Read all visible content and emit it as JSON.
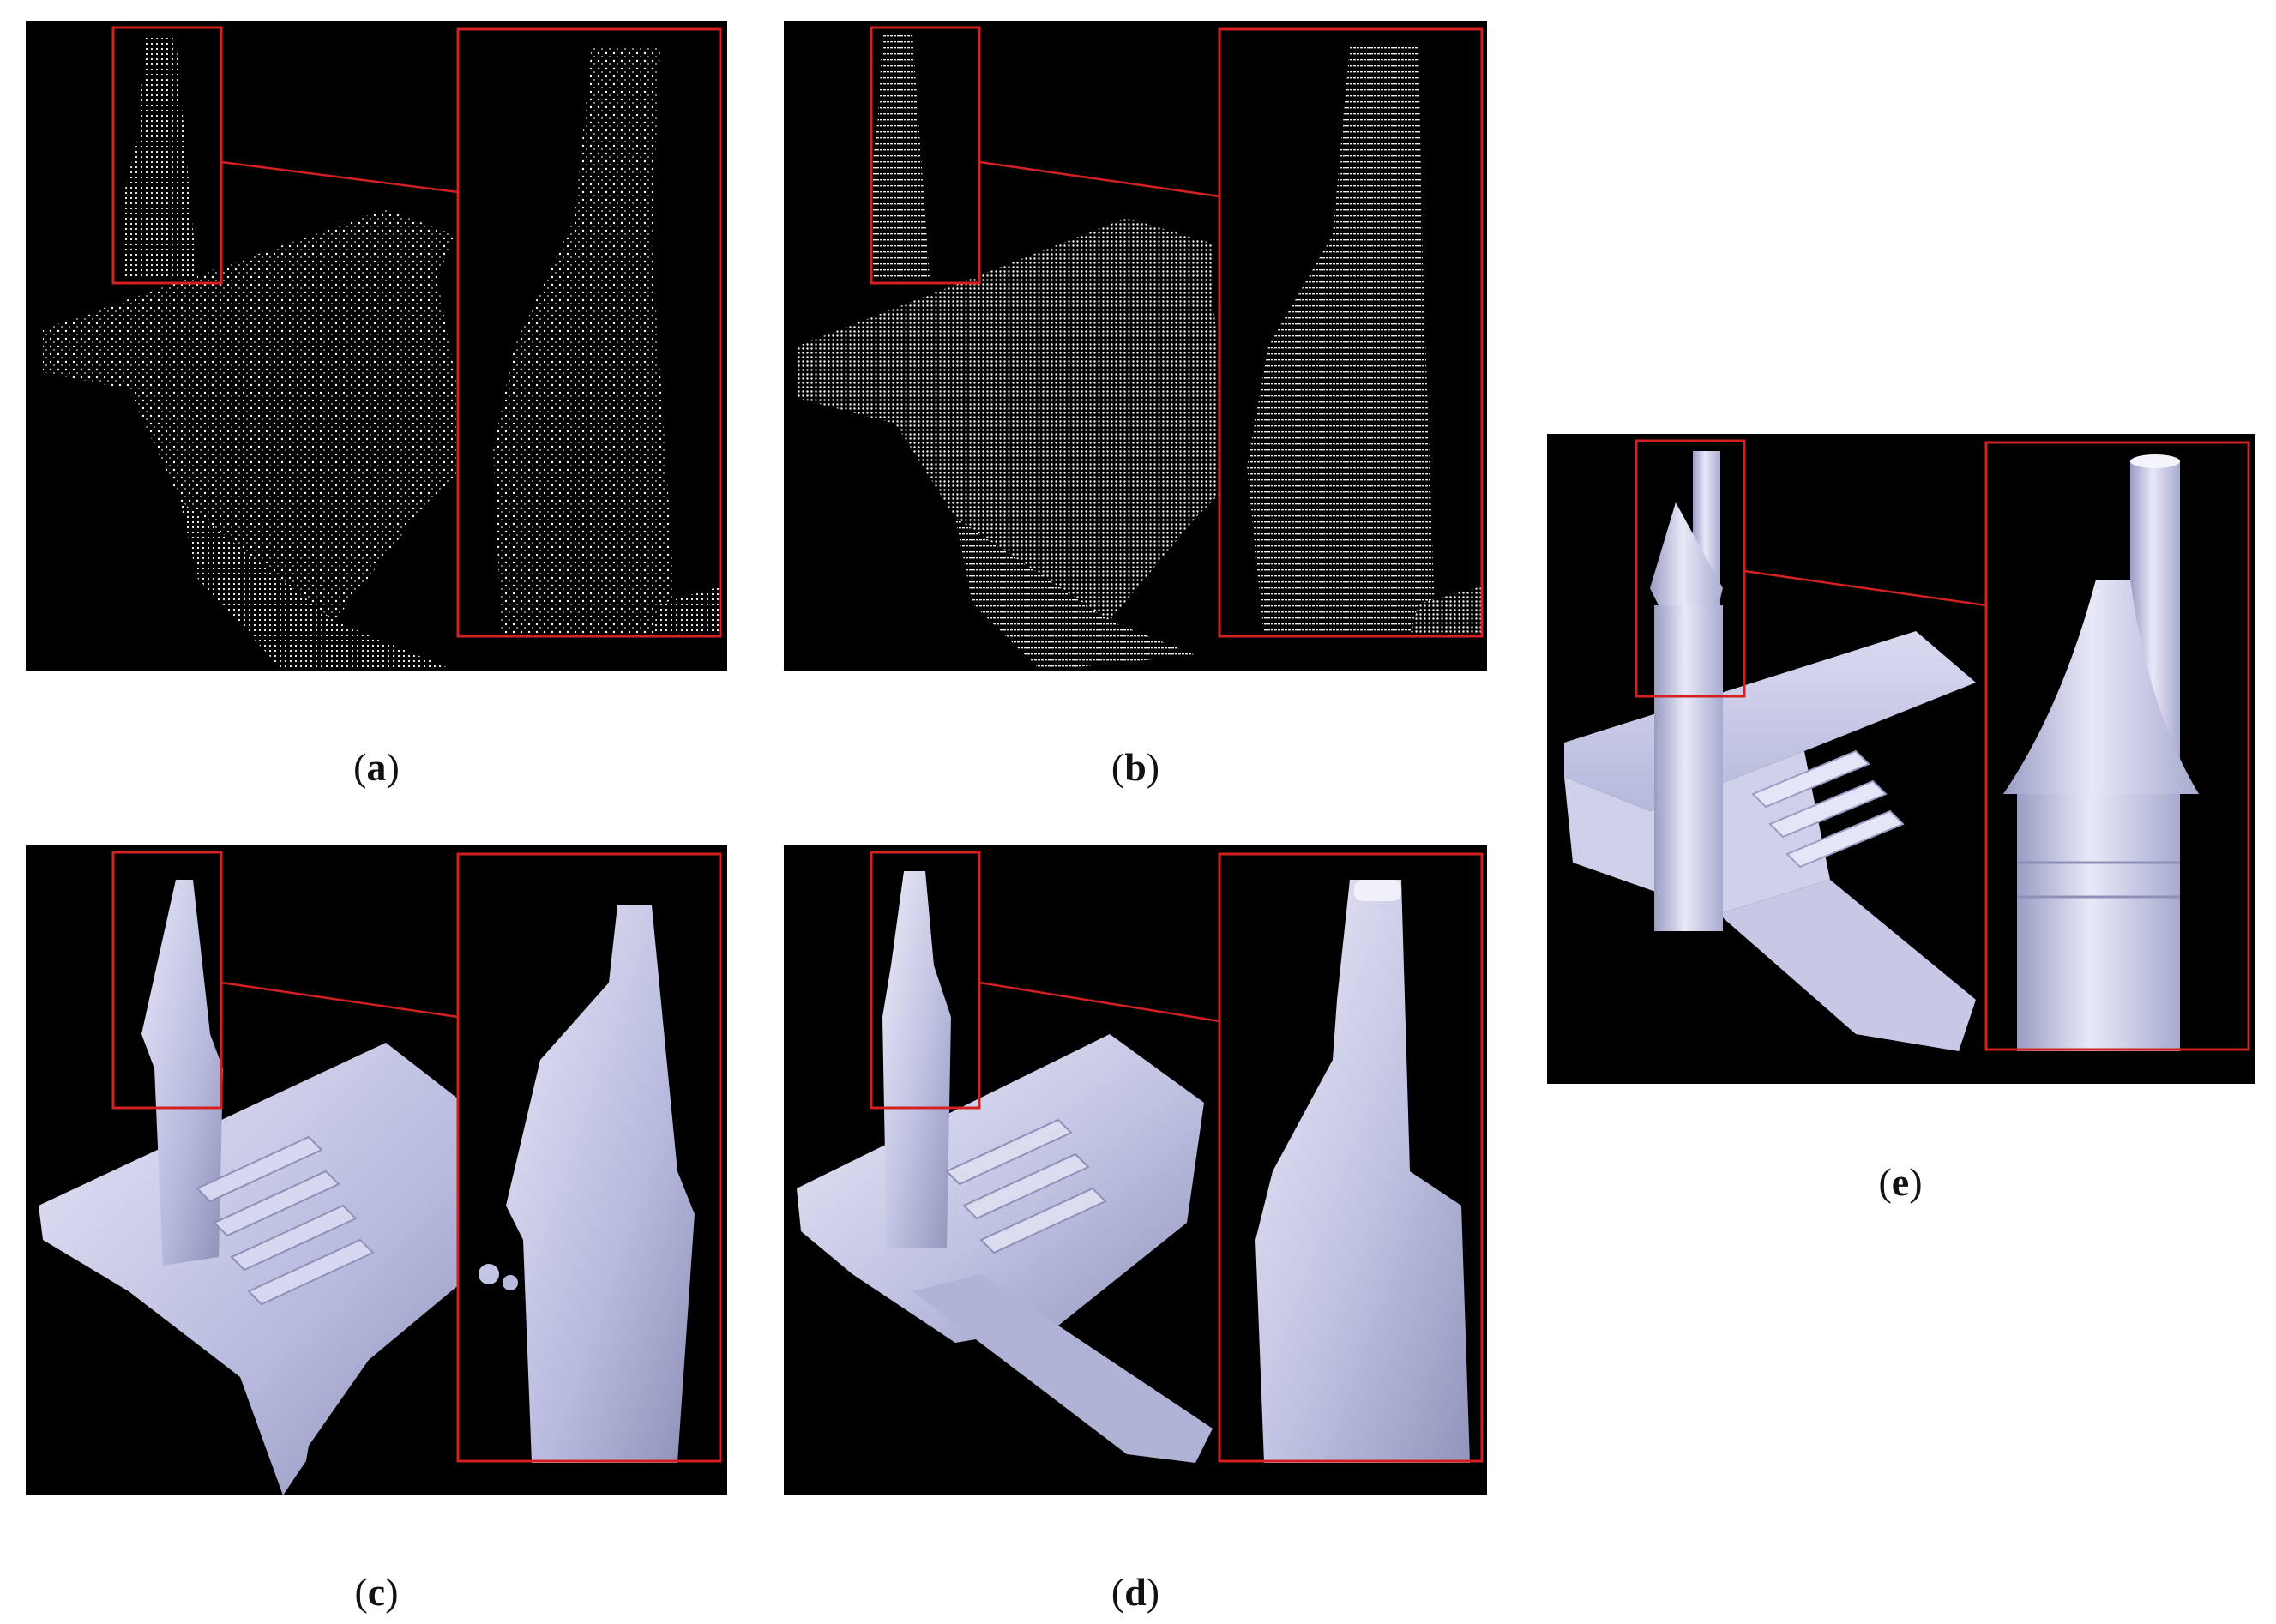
{
  "panels": [
    {
      "id": "a",
      "caption": "a",
      "kind": "sparse-points"
    },
    {
      "id": "b",
      "caption": "b",
      "kind": "dense-points"
    },
    {
      "id": "c",
      "caption": "c",
      "kind": "rough-mesh"
    },
    {
      "id": "d",
      "caption": "d",
      "kind": "smooth-mesh"
    },
    {
      "id": "e",
      "caption": "e",
      "kind": "cad-model"
    }
  ],
  "colors": {
    "background": "#000000",
    "highlight": "#d42020",
    "points": "#ffffff",
    "mesh": "#c4c6e6",
    "mesh_shade": "#8e90b8"
  },
  "icons": {
    "zoom_region": "red-rectangle",
    "zoom_connector": "red-line"
  }
}
